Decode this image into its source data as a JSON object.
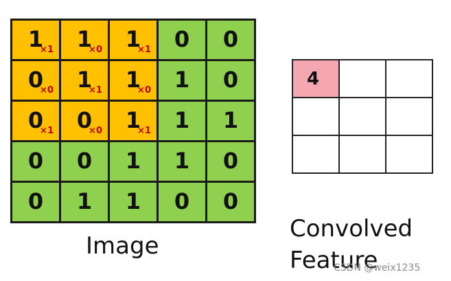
{
  "image_grid": {
    "label": "Image",
    "rows": [
      [
        "1",
        "1",
        "1",
        "0",
        "0"
      ],
      [
        "0",
        "1",
        "1",
        "1",
        "0"
      ],
      [
        "0",
        "0",
        "1",
        "1",
        "1"
      ],
      [
        "0",
        "0",
        "1",
        "1",
        "0"
      ],
      [
        "0",
        "1",
        "1",
        "0",
        "0"
      ]
    ],
    "kernel_weights": [
      [
        "×1",
        "×0",
        "×1"
      ],
      [
        "×0",
        "×1",
        "×0"
      ],
      [
        "×1",
        "×0",
        "×1"
      ]
    ]
  },
  "feature_grid": {
    "label_line1": "Convolved",
    "label_line2": "Feature",
    "rows": [
      [
        "4",
        "",
        ""
      ],
      [
        "",
        "",
        ""
      ],
      [
        "",
        "",
        ""
      ]
    ]
  },
  "watermark": "CSDN @weix1235",
  "colors": {
    "kernel_cell": "#ffc000",
    "image_cell": "#8fd14f",
    "weight_text": "#c00000",
    "feature_highlight": "#f4a7b0"
  }
}
